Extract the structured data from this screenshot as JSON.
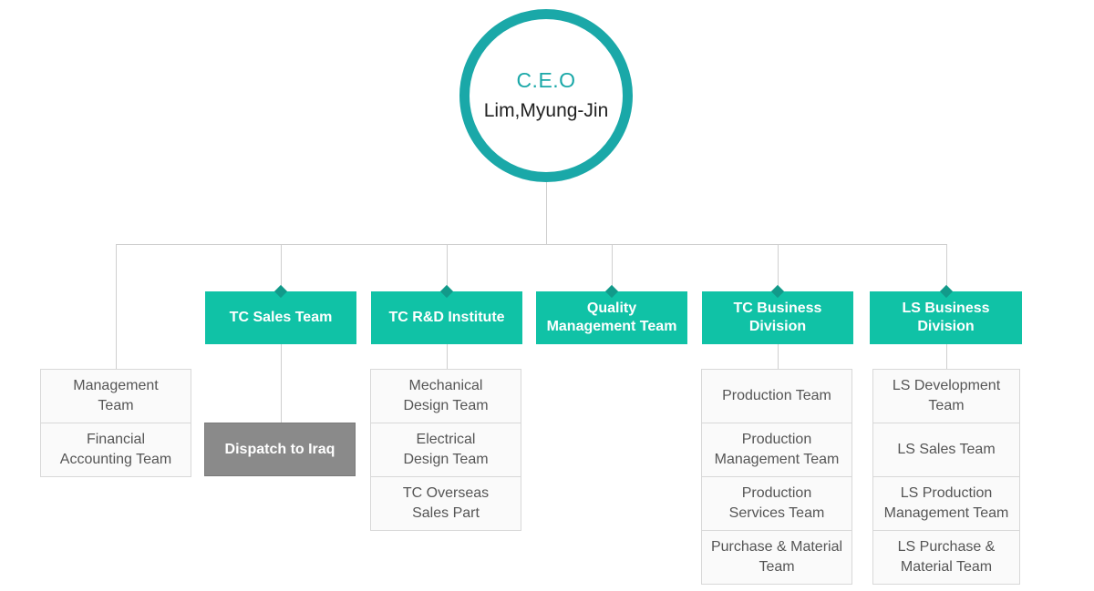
{
  "ceo": {
    "title": "C.E.O",
    "name": "Lim,Myung-Jin"
  },
  "management": {
    "teams": [
      "Management\nTeam",
      "Financial\nAccounting Team"
    ]
  },
  "tc_sales": {
    "label": "TC Sales Team",
    "dispatch": "Dispatch to Iraq"
  },
  "tc_rd": {
    "label": "TC R&D Institute",
    "teams": [
      "Mechanical\nDesign Team",
      "Electrical\nDesign Team",
      "TC Overseas\nSales Part"
    ]
  },
  "quality": {
    "label": "Quality\nManagement Team"
  },
  "tc_business": {
    "label": "TC Business\nDivision",
    "teams": [
      "Production Team",
      "Production\nManagement Team",
      "Production\nServices Team",
      "Purchase & Material\nTeam"
    ]
  },
  "ls_business": {
    "label": "LS Business\nDivision",
    "teams": [
      "LS Development\nTeam",
      "LS Sales Team",
      "LS Production\nManagement Team",
      "LS Purchase &\nMaterial Team"
    ]
  },
  "colors": {
    "teal_ring": "#1aa8a8",
    "teal_header": "#10c2a6",
    "diamond": "#129a8a",
    "dispatch": "#8a8a8a"
  }
}
